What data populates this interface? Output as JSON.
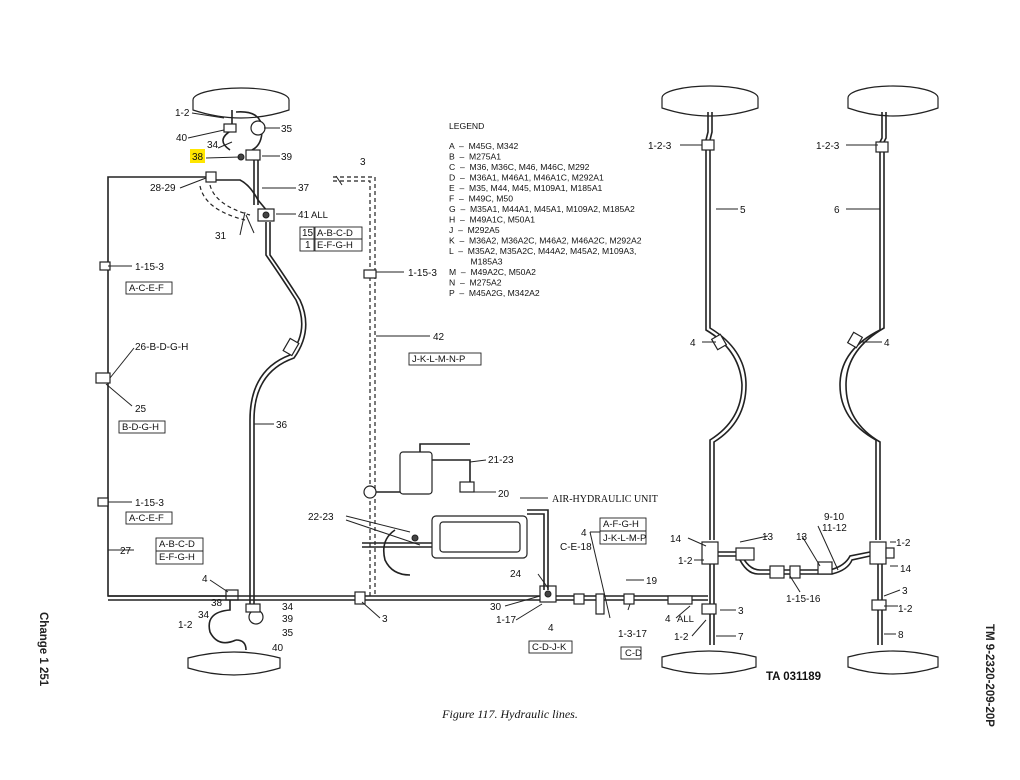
{
  "caption": "Figure 117. Hydraulic lines.",
  "manual_number": "TM 9-2320-209-20P",
  "page_footer": "Change 1   251",
  "ta_number": "TA 031189",
  "legend": {
    "title": "LEGEND",
    "entries": [
      "A  –  M45G, M342",
      "B  –  M275A1",
      "C  –  M36, M36C, M46, M46C, M292",
      "D  –  M36A1, M46A1, M46A1C, M292A1",
      "E  –  M35, M44, M45, M109A1, M185A1",
      "F  –  M49C, M50",
      "G  –  M35A1, M44A1, M45A1, M109A2, M185A2",
      "H  –  M49A1C, M50A1",
      "J  –  M292A5",
      "K  –  M36A2, M36A2C, M46A2, M46A2C, M292A2",
      "L  –  M35A2, M35A2C, M44A2, M45A2, M109A3,",
      "         M185A3",
      "M  –  M49A2C, M50A2",
      "N  –  M275A2",
      "P  –  M45A2G, M342A2"
    ]
  },
  "callouts": {
    "c_1_2_a": "1-2",
    "c_40_a": "40",
    "c_34_a": "34",
    "c_35_a": "35",
    "c_38": "38",
    "c_39_a": "39",
    "c_28_29": "28-29",
    "c_37": "37",
    "c_3_top": "3",
    "c_31": "31",
    "c_41": "41",
    "c_41_all": "ALL",
    "c_15": "15",
    "c_1": "1",
    "c_15_box_a": "A-B-C-D",
    "c_15_box_b": "E-F-G-H",
    "c_1_15_3_a": "1-15-3",
    "c_acef_a": "A-C-E-F",
    "c_1_15_3_mid": "1-15-3",
    "c_26": "26-B-D-G-H",
    "c_42": "42",
    "c_jklmnp": "J-K-L-M-N-P",
    "c_25": "25",
    "c_bdgh": "B-D-G-H",
    "c_36": "36",
    "c_1_15_3_b": "1-15-3",
    "c_acef_b": "A-C-E-F",
    "c_27": "27",
    "c_27_box_a": "A-B-C-D",
    "c_27_box_b": "E-F-G-H",
    "c_21_23": "21-23",
    "c_20": "20",
    "c_air_hyd": "AIR-HYDRAULIC UNIT",
    "c_22_23": "22-23",
    "c_4_afgh": "4",
    "c_afgh": "A-F-G-H",
    "c_jklmp": "J-K-L-M-P",
    "c_ce18": "C-E-18",
    "c_24": "24",
    "c_4_left": "4",
    "c_34_b": "34",
    "c_34_c": "34",
    "c_38_b": "38",
    "c_39_b": "39",
    "c_1_2_b": "1-2",
    "c_35_b": "35",
    "c_40_b": "40",
    "c_30": "30",
    "c_1_17": "1-17",
    "c_3_bottom": "3",
    "c_19": "19",
    "c_4_cdjk": "4",
    "c_cdjk": "C-D-J-K",
    "c_1_3_17": "1-3-17",
    "c_cd": "C-D",
    "c_4_all": "4",
    "c_4_all_txt": "ALL",
    "c_1_2_3_mid": "1-2-3",
    "c_5": "5",
    "c_4_mid": "4",
    "c_14_a": "14",
    "c_1_2_c": "1-2",
    "c_13_a": "13",
    "c_13_b": "13",
    "c_9_10": "9-10",
    "c_11_12": "11-12",
    "c_3_mid": "3",
    "c_1_2_d": "1-2",
    "c_7": "7",
    "c_1_15_16": "1-15-16",
    "c_1_2_3_right": "1-2-3",
    "c_6": "6",
    "c_4_right": "4",
    "c_1_2_e": "1-2",
    "c_14_b": "14",
    "c_3_right": "3",
    "c_1_2_f": "1-2",
    "c_8": "8"
  }
}
